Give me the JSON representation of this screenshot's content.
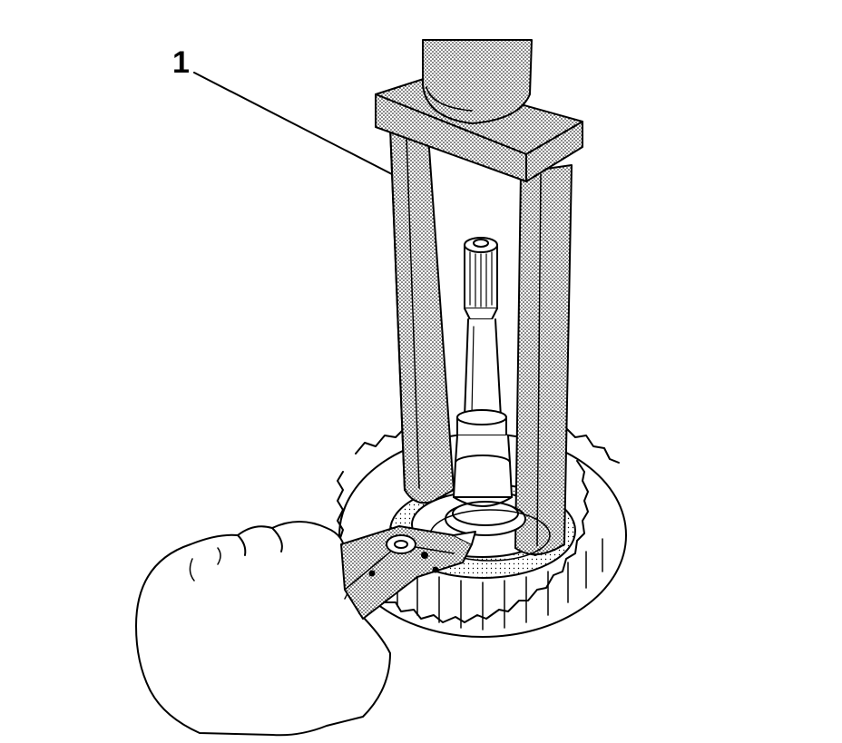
{
  "figure": {
    "callouts": [
      {
        "label": "1"
      }
    ],
    "parts": [
      "press-ram",
      "press-plate",
      "press-leg-left",
      "press-leg-right",
      "splined-shaft",
      "gear-drum",
      "snap-ring-pliers",
      "hand"
    ]
  },
  "colors": {
    "line": "#000000",
    "background": "#ffffff",
    "stipple": "#8c8c8c"
  }
}
